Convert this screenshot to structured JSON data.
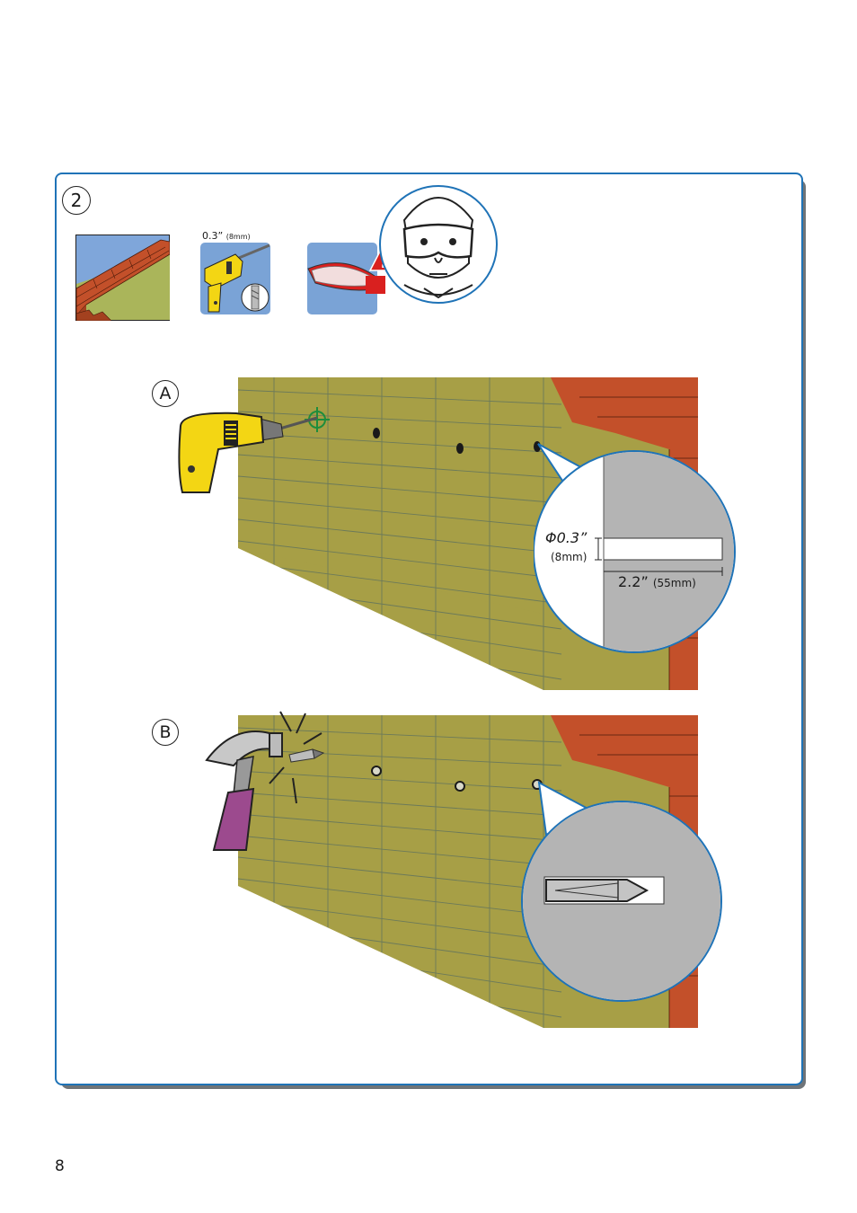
{
  "page_number": "8",
  "step": {
    "number": "2"
  },
  "tools": {
    "drill_size_inch": "0.3”",
    "drill_size_mm": "(8mm)",
    "warning_glyph": "!"
  },
  "step_a": {
    "label": "A",
    "diameter_inch": "Φ0.3”",
    "diameter_mm": "(8mm)",
    "depth_inch": "2.2”",
    "depth_mm": "(55mm)"
  },
  "step_b": {
    "label": "B"
  },
  "icons": [
    "brick-wall-icon",
    "drill-icon",
    "drill-bit-icon",
    "goggles-icon",
    "warning-icon",
    "face-with-goggles-icon",
    "crosshair-icon",
    "hammer-icon",
    "wall-plug-icon"
  ],
  "colors": {
    "panel_border": "#1f73b7",
    "wall_green": "#a79f46",
    "brick": "#c3502a",
    "drill_yellow": "#f3d614",
    "hammer_handle": "#9c4a8e",
    "tile_blue": "#7aa3d6",
    "warning_red": "#d9201f"
  }
}
